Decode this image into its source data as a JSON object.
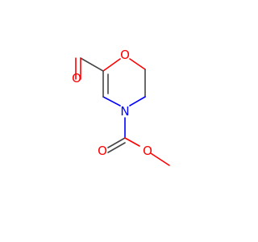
{
  "atoms": {
    "ring_oxygen": "O",
    "aldehyde_oxygen": "O",
    "nitrogen": "N",
    "carbonyl_oxygen": "O",
    "ester_oxygen": "O"
  },
  "colors": {
    "bond": "#454545",
    "oxygen": "#ff0000",
    "nitrogen": "#0000ff",
    "background": "#ffffff"
  }
}
